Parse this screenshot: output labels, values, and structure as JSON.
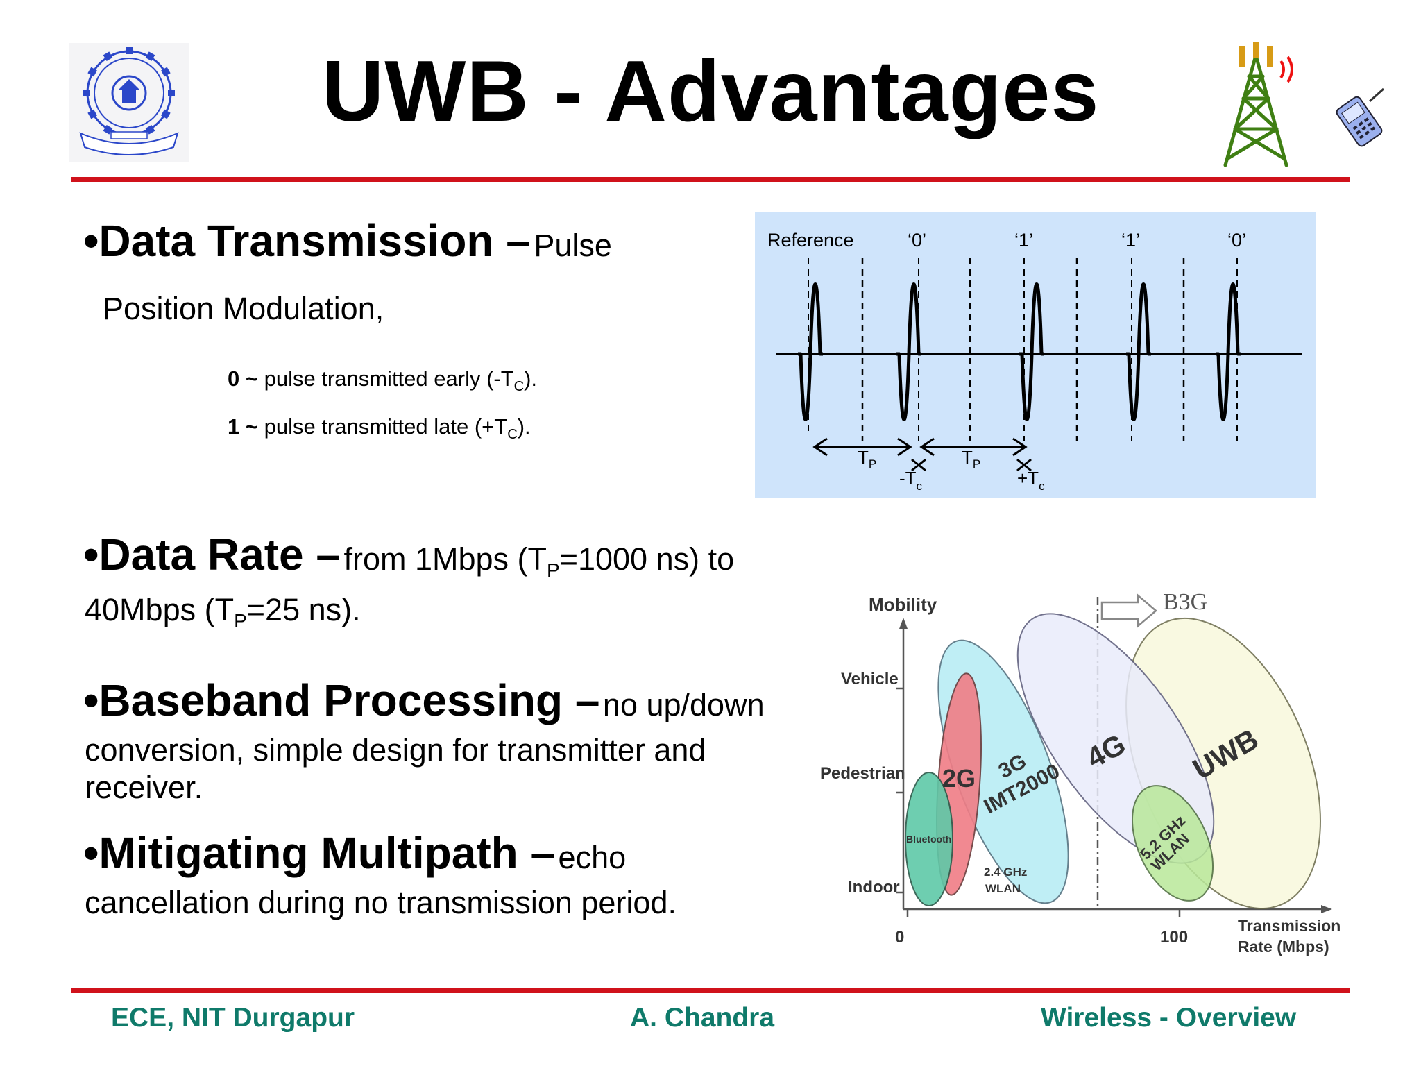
{
  "slide": {
    "title": "UWB - Advantages",
    "accent_color": "#d0121b",
    "footer_color": "#0f7a6a"
  },
  "logos": {
    "left": "nit-durgapur-emblem",
    "right": [
      "radio-tower-icon",
      "mobile-phone-icon"
    ]
  },
  "bullets": [
    {
      "marker": "•",
      "head": "Data Transmission –",
      "tail": "Pulse",
      "cont": "Position Modulation,"
    },
    {
      "marker": "•",
      "head": "Data Rate –",
      "tail_pre": "from 1Mbps (T",
      "sub1": "P",
      "tail_mid": "=1000 ns) to",
      "cont_pre": "40Mbps (T",
      "sub2": "P",
      "cont_post": "=25 ns)."
    },
    {
      "marker": "•",
      "head": "Baseband Processing –",
      "tail": "no up/down",
      "cont1": "conversion, simple design for transmitter and",
      "cont2": "receiver."
    },
    {
      "marker": "•",
      "head": "Mitigating Multipath –",
      "tail": "echo",
      "cont": "cancellation during no transmission period."
    }
  ],
  "ppm": {
    "zero_key": "0 ~",
    "zero_text": "pulse transmitted early (-T",
    "zero_sub": "C",
    "zero_end": ").",
    "one_key": "1 ~",
    "one_text": "pulse transmitted late  (+T",
    "one_sub": "C",
    "one_end": ")."
  },
  "pulse_diagram": {
    "labels": [
      "Reference",
      "‘0’",
      "‘1’",
      "‘1’",
      "‘0’"
    ],
    "tp": "T",
    "tp_sub": "P",
    "minus_tc": "-T",
    "plus_tc": "+T",
    "tc_sub": "c",
    "background": "#cfe4fb"
  },
  "mobility_chart": {
    "y_title": "Mobility",
    "y_levels": [
      "Vehicle",
      "Pedestrian",
      "Indoor"
    ],
    "x_ticks": [
      "0",
      "100"
    ],
    "x_title_line1": "Transmission",
    "x_title_line2": "Rate (Mbps)",
    "b3g": "B3G",
    "regions": [
      "Bluetooth",
      "2G",
      "3G",
      "IMT2000",
      "4G",
      "UWB",
      "5.2 GHz",
      "WLAN",
      "2.4 GHz",
      "WLAN"
    ]
  },
  "footer": {
    "left": "ECE, NIT Durgapur",
    "center": "A. Chandra",
    "right": "Wireless - Overview"
  }
}
